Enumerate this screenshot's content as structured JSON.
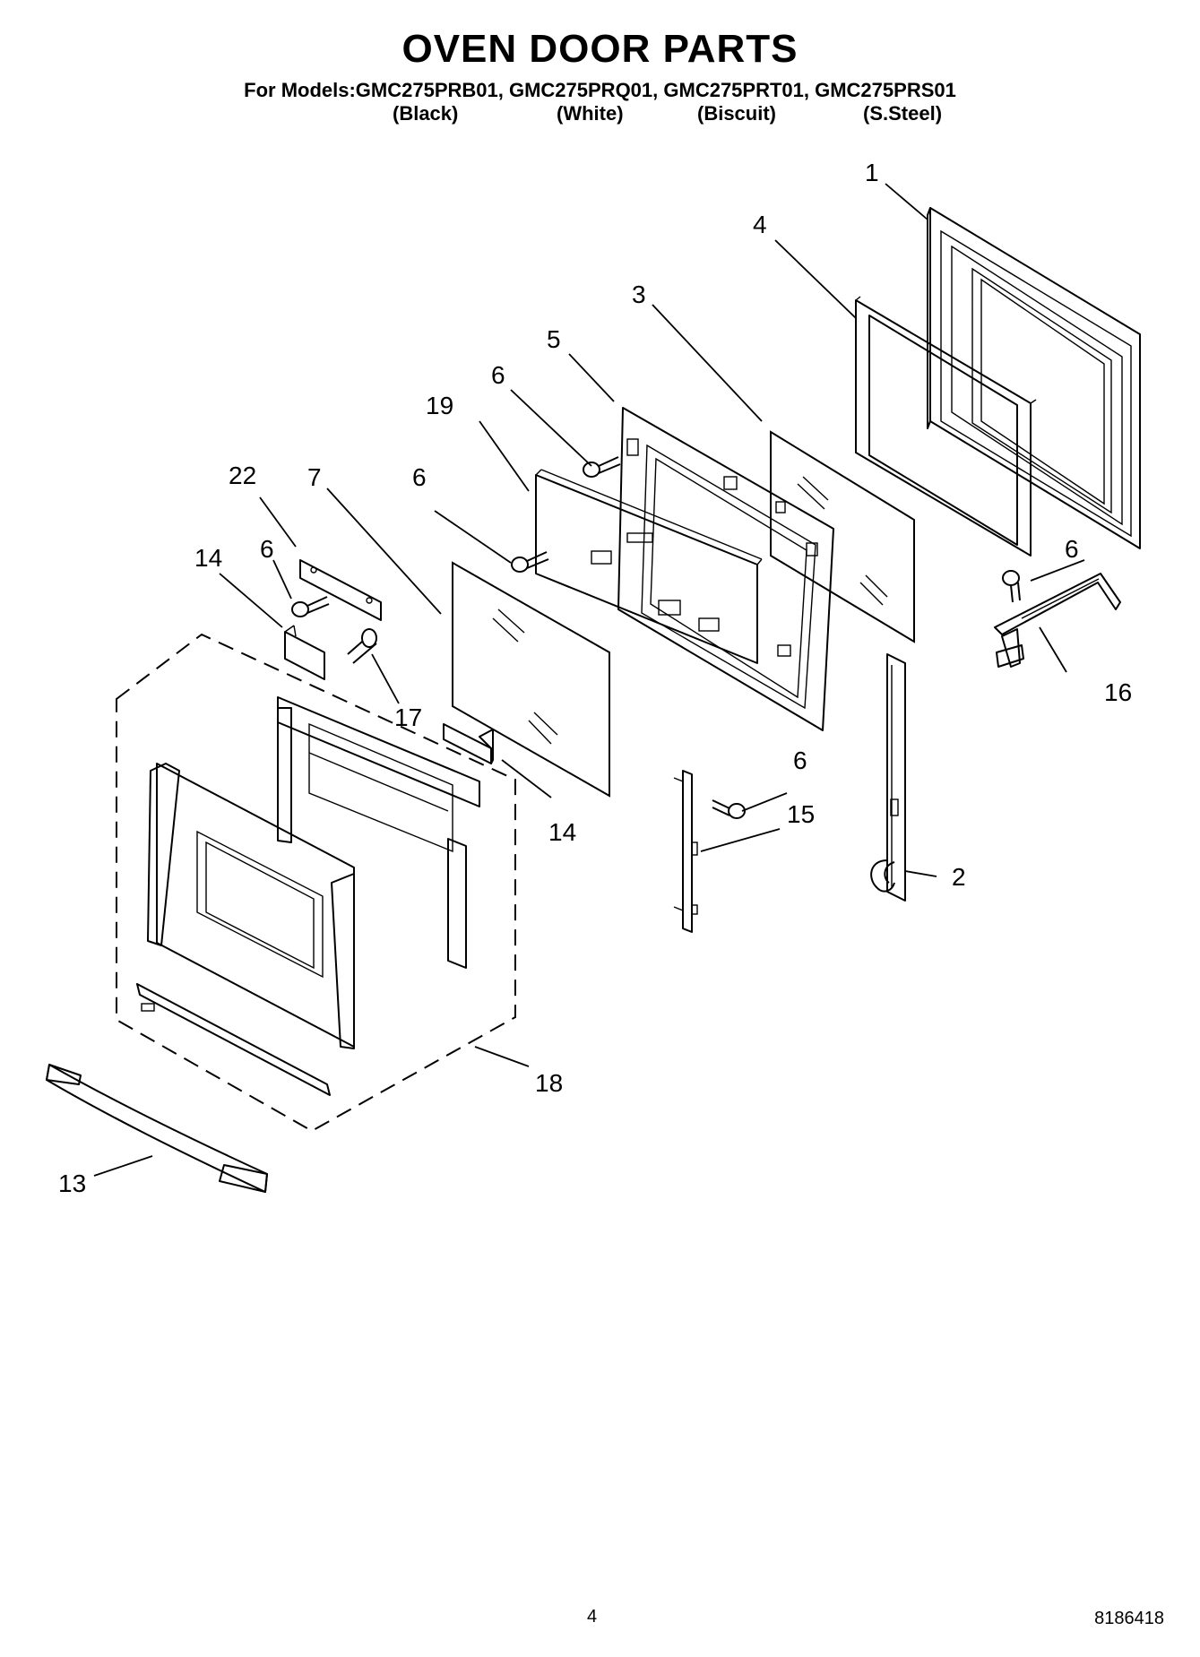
{
  "header": {
    "title": "OVEN DOOR PARTS",
    "models_line": "For Models:GMC275PRB01, GMC275PRQ01, GMC275PRT01, GMC275PRS01",
    "colors": [
      "(Black)",
      "(White)",
      "(Biscuit)",
      "(S.Steel)"
    ]
  },
  "callouts": {
    "c1": "1",
    "c2": "2",
    "c3": "3",
    "c4": "4",
    "c5": "5",
    "c6a": "6",
    "c6b": "6",
    "c6c": "6",
    "c6d": "6",
    "c6e": "6",
    "c7": "7",
    "c13": "13",
    "c14a": "14",
    "c14b": "14",
    "c15": "15",
    "c16": "16",
    "c17": "17",
    "c18": "18",
    "c19": "19",
    "c22": "22"
  },
  "footer": {
    "page_number": "4",
    "document_number": "8186418"
  }
}
